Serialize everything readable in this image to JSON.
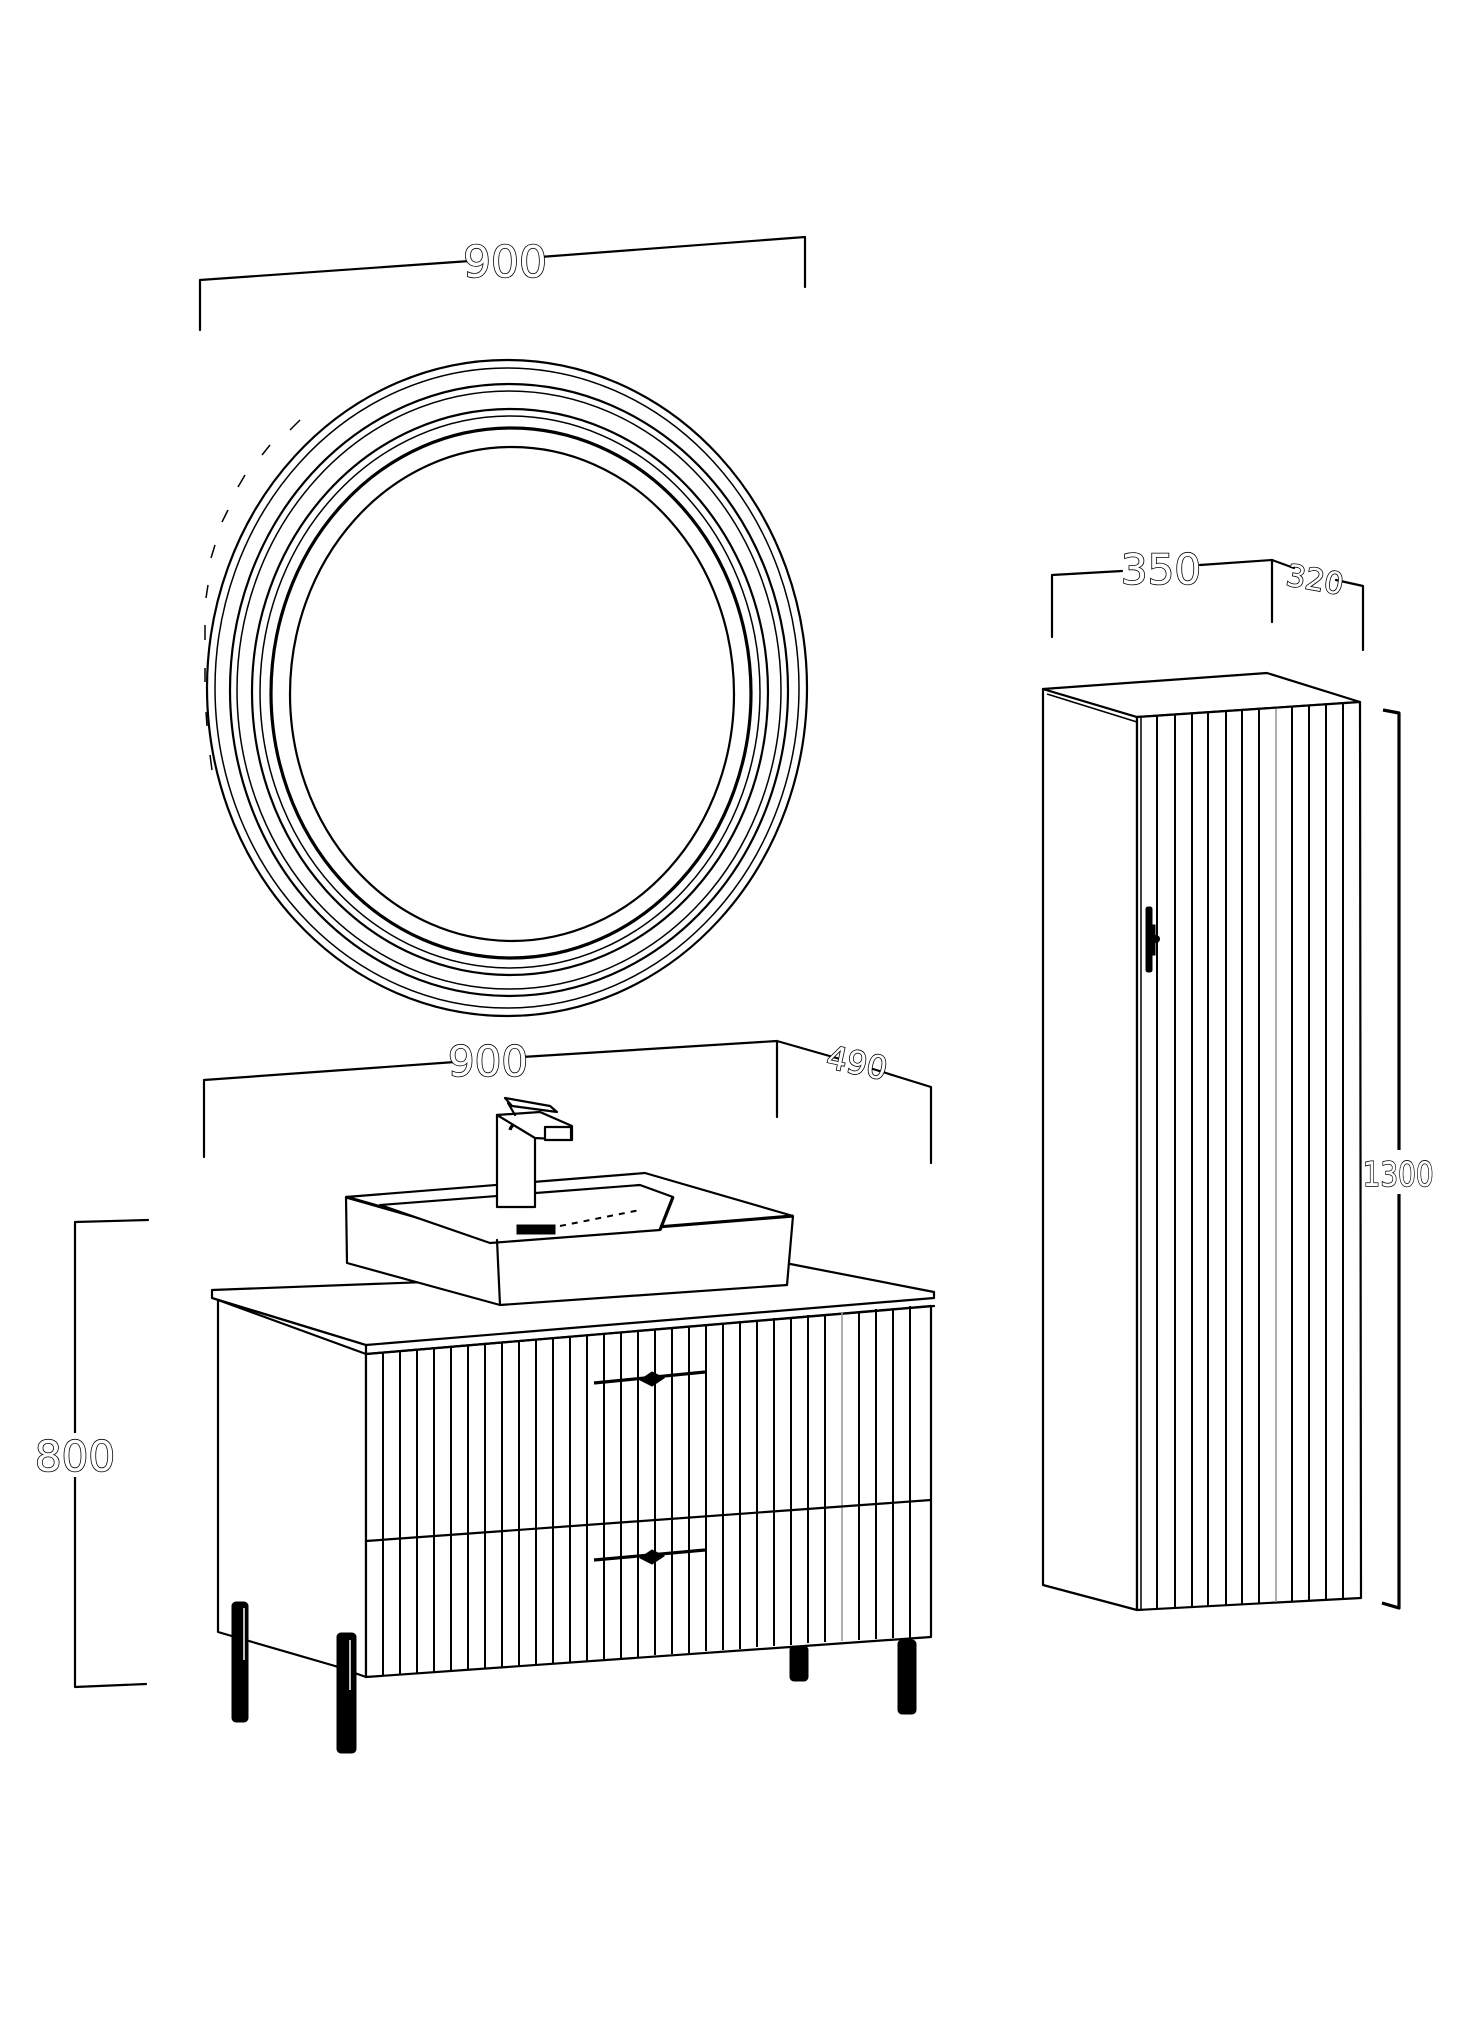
{
  "drawing": {
    "type": "furniture dimension drawing",
    "stroke_color": "#000000",
    "background_color": "#ffffff",
    "units_implied": "mm"
  },
  "mirror": {
    "width_label": "900",
    "shape": "round"
  },
  "vanity": {
    "width_label": "900",
    "depth_label": "490",
    "height_label": "800",
    "drawers": 2,
    "legs": 4
  },
  "tall_cabinet": {
    "width_label": "350",
    "depth_label": "320",
    "height_label": "1300",
    "doors": 1
  }
}
